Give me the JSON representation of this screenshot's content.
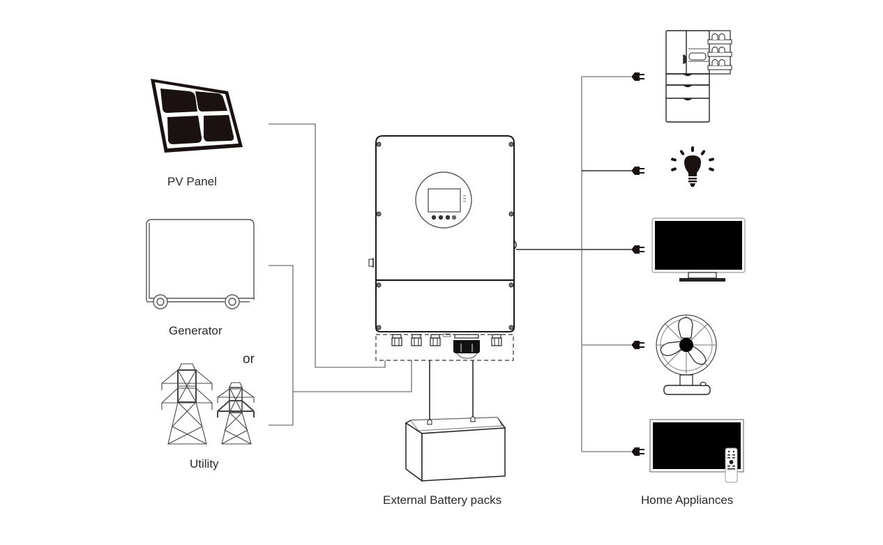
{
  "diagram": {
    "title": "Hybrid inverter system wiring diagram",
    "sources": [
      {
        "id": "pv",
        "label": "PV Panel",
        "icon": "solar-panel-icon"
      },
      {
        "id": "generator",
        "label": "Generator",
        "icon": "generator-icon"
      },
      {
        "id": "utility",
        "label": "Utility",
        "icon": "power-tower-icon"
      }
    ],
    "alternative_text": "or",
    "center": {
      "id": "inverter",
      "icon": "inverter-icon",
      "display_buttons": 4
    },
    "storage": {
      "label": "External Battery packs",
      "icon": "battery-icon"
    },
    "loads": {
      "label": "Home Appliances",
      "items": [
        {
          "name": "refrigerator",
          "icon": "refrigerator-icon"
        },
        {
          "name": "light-bulb",
          "icon": "light-bulb-icon"
        },
        {
          "name": "television",
          "icon": "tv-icon"
        },
        {
          "name": "fan",
          "icon": "fan-icon"
        },
        {
          "name": "monitor-with-remote",
          "icon": "tv-remote-icon"
        }
      ]
    },
    "colors": {
      "line_grey": "#8a8a8a",
      "line_dark": "#2a2a2a",
      "icon_fill": "#1a1111"
    }
  }
}
